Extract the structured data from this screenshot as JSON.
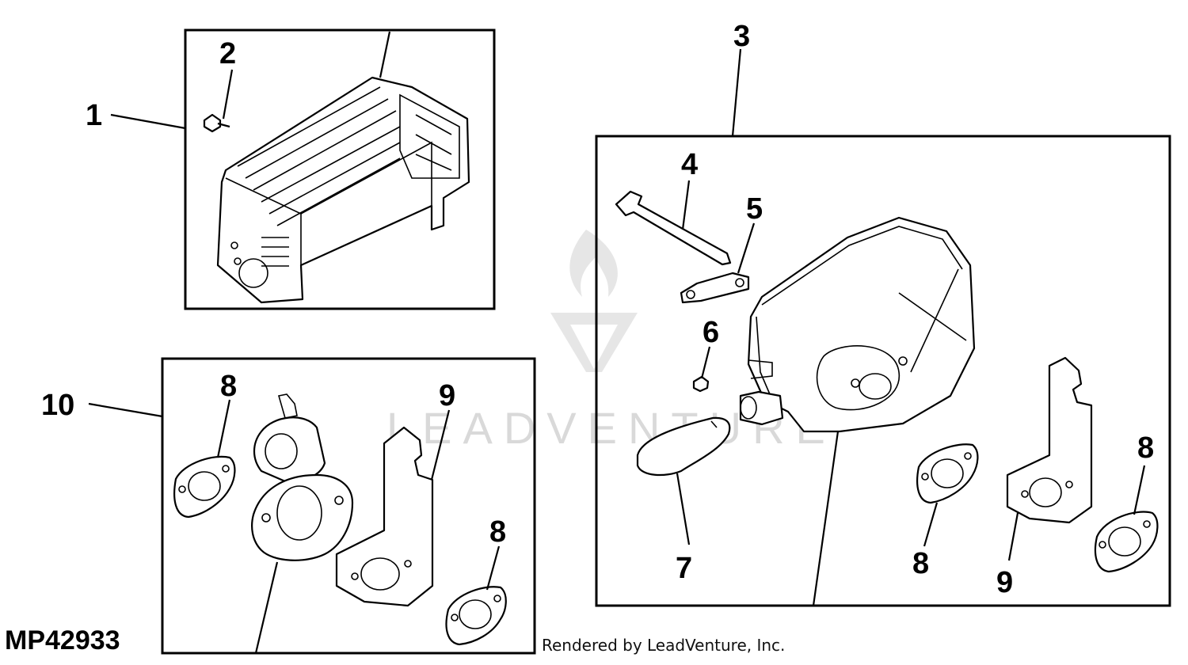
{
  "diagram": {
    "reference_code": "MP42933",
    "credit": "Rendered by LeadVenture, Inc.",
    "watermark": "LEADVENTURE",
    "callouts": {
      "c1": "1",
      "c2": "2",
      "c3": "3",
      "c4": "4",
      "c5": "5",
      "c6": "6",
      "c7": "7",
      "c8a": "8",
      "c8b": "8",
      "c8c": "8",
      "c8d": "8",
      "c9a": "9",
      "c9b": "9",
      "c10": "10"
    }
  }
}
